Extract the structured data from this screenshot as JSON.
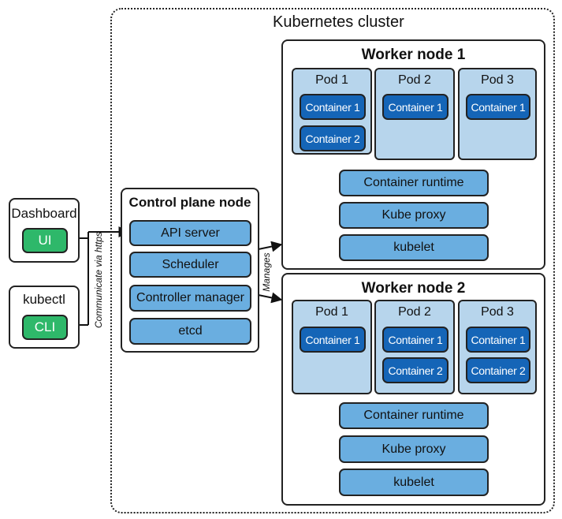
{
  "cluster": {
    "title": "Kubernetes cluster"
  },
  "clients": {
    "dashboard": {
      "title": "Dashboard",
      "button": "UI"
    },
    "kubectl": {
      "title": "kubectl",
      "button": "CLI"
    }
  },
  "link_labels": {
    "communicate": "Communicate via https",
    "manages": "Manages"
  },
  "control_plane": {
    "title": "Control plane node",
    "components": [
      "API server",
      "Scheduler",
      "Controller manager",
      "etcd"
    ]
  },
  "worker1": {
    "title": "Worker node 1",
    "pods": [
      {
        "name": "Pod 1",
        "containers": [
          "Container 1",
          "Container 2"
        ]
      },
      {
        "name": "Pod 2",
        "containers": [
          "Container 1"
        ]
      },
      {
        "name": "Pod 3",
        "containers": [
          "Container 1"
        ]
      }
    ],
    "services": [
      "Container runtime",
      "Kube proxy",
      "kubelet"
    ]
  },
  "worker2": {
    "title": "Worker node 2",
    "pods": [
      {
        "name": "Pod 1",
        "containers": [
          "Container 1"
        ]
      },
      {
        "name": "Pod 2",
        "containers": [
          "Container 1",
          "Container 2"
        ]
      },
      {
        "name": "Pod 3",
        "containers": [
          "Container 1",
          "Container 2"
        ]
      }
    ],
    "services": [
      "Container runtime",
      "Kube proxy",
      "kubelet"
    ]
  }
}
